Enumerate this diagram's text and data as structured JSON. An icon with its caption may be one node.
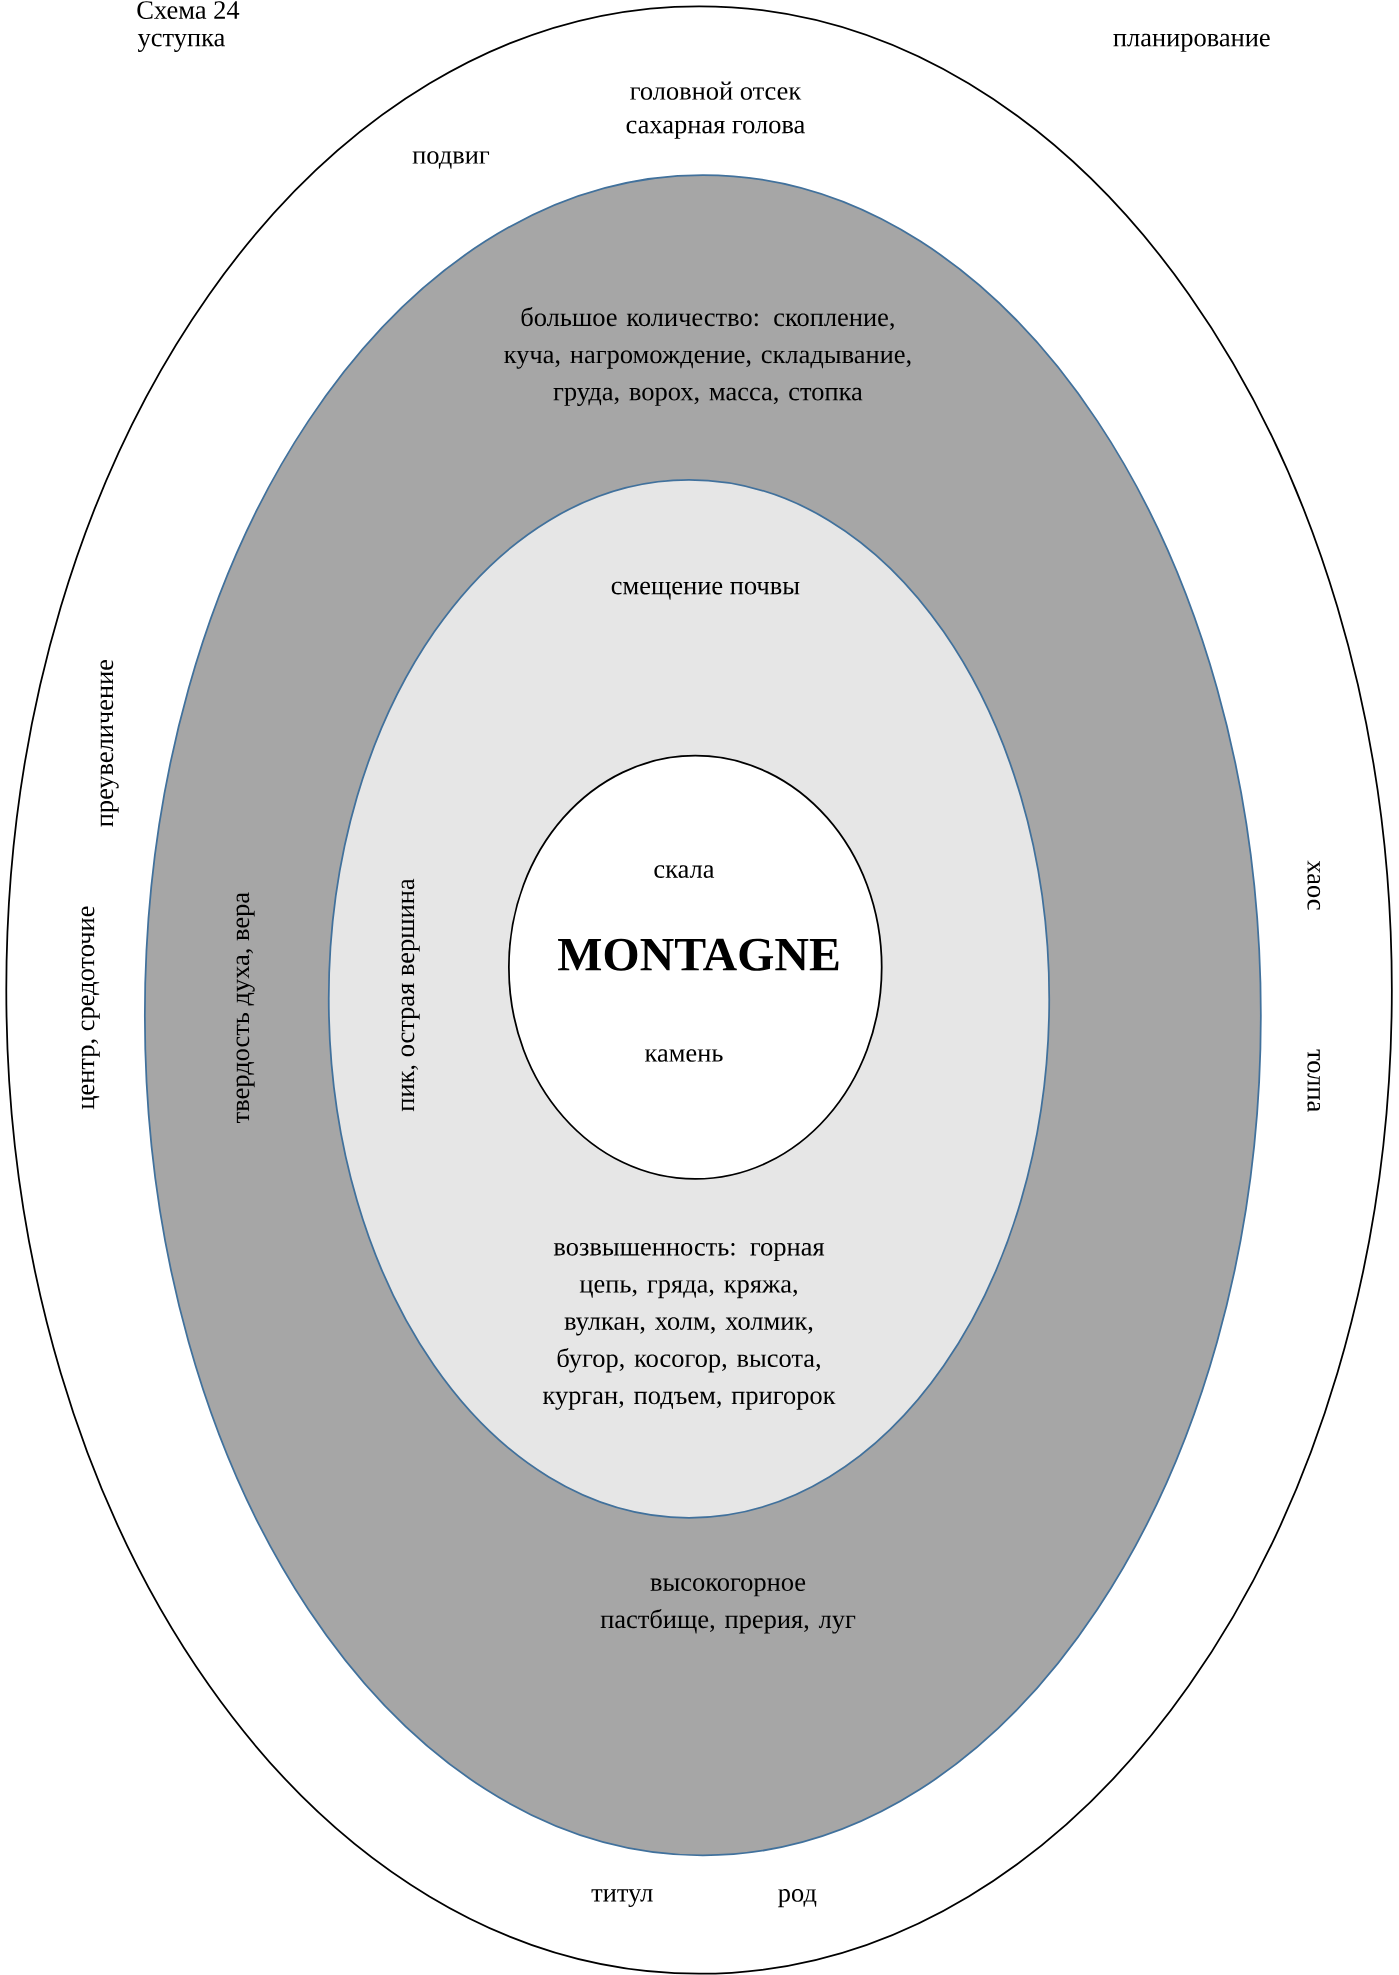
{
  "diagram": {
    "title": "Схема 24",
    "nodes": [
      {
        "text": [
          "головной отсек",
          "сахарная голова",
          "подвиг",
          "преувеличение",
          "центр, средоточие",
          "хаос",
          "толпа",
          "титул",
          "род"
        ]
      },
      {
        "text": [
          "большое количество: скопление, куча, нагромождение, складывание, груда, ворох, масса, стопка",
          "твердость духа, вера",
          "высокогорное пастбище, прерия, луг"
        ],
        "in": 0
      },
      {
        "text": [
          "смещение почвы",
          "пик, острая вершина",
          "возвышенность: горная цепь, гряда, кряжа, вулкан, холм, холмик, бугор, косогор, высота, курган, подъем, пригорок"
        ],
        "in": 1
      },
      {
        "text": [
          "скала",
          "MONTAGNE",
          "камень"
        ],
        "in": 2
      }
    ],
    "labels": [
      "уступка",
      "планирование"
    ]
  }
}
